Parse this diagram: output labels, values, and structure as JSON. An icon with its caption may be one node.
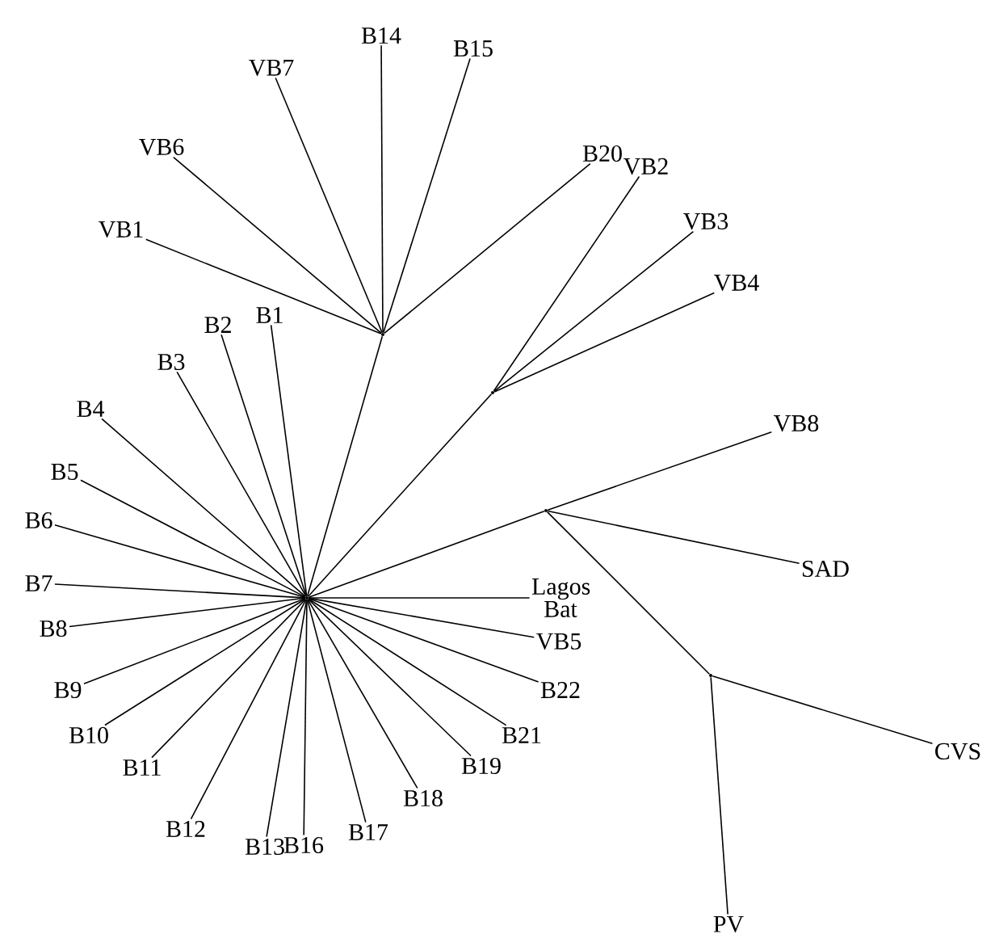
{
  "diagram": {
    "nodes": [
      {
        "text": [
          "VB7"
        ]
      },
      {
        "text": [
          "B14"
        ]
      },
      {
        "text": [
          "B15"
        ]
      },
      {
        "text": [
          "VB6"
        ]
      },
      {
        "text": [
          "B20"
        ]
      },
      {
        "text": [
          "VB1"
        ]
      },
      {
        "text": [
          "VB2"
        ]
      },
      {
        "text": [
          "VB3"
        ]
      },
      {
        "text": [
          "VB4"
        ]
      },
      {
        "text": [
          "B1"
        ]
      },
      {
        "text": [
          "B2"
        ]
      },
      {
        "text": [
          "B3"
        ]
      },
      {
        "text": [
          "B4"
        ]
      },
      {
        "text": [
          "VB8"
        ]
      },
      {
        "text": [
          "B5"
        ]
      },
      {
        "text": [
          "B6"
        ]
      },
      {
        "text": [
          "SAD"
        ]
      },
      {
        "text": [
          "B7"
        ]
      },
      {
        "text": [
          "Lagos Bat"
        ]
      },
      {
        "text": [
          "B8"
        ]
      },
      {
        "text": [
          "VB5"
        ]
      },
      {
        "text": [
          "B9"
        ]
      },
      {
        "text": [
          "B22"
        ]
      },
      {
        "text": [
          "B10"
        ]
      },
      {
        "text": [
          "CVS"
        ]
      },
      {
        "text": [
          "B11"
        ]
      },
      {
        "text": [
          "B21"
        ]
      },
      {
        "text": [
          "B19"
        ]
      },
      {
        "text": [
          "B18"
        ]
      },
      {
        "text": [
          "B12"
        ]
      },
      {
        "text": [
          "B13"
        ]
      },
      {
        "text": [
          "B16"
        ]
      },
      {
        "text": [
          "B17"
        ]
      },
      {
        "text": [
          "PV"
        ]
      },
      {
        "text": [],
        "shape": "point"
      },
      {
        "text": [],
        "shape": "point"
      },
      {
        "text": [],
        "shape": "point"
      },
      {
        "text": [],
        "shape": "point"
      },
      {
        "text": [],
        "shape": "point"
      }
    ],
    "edges": [
      {
        "from": 34,
        "to": 0,
        "arrow": "none"
      },
      {
        "from": 34,
        "to": 1,
        "arrow": "none"
      },
      {
        "from": 34,
        "to": 2,
        "arrow": "none"
      },
      {
        "from": 34,
        "to": 3,
        "arrow": "none"
      },
      {
        "from": 34,
        "to": 4,
        "arrow": "none"
      },
      {
        "from": 34,
        "to": 5,
        "arrow": "none"
      },
      {
        "from": 35,
        "to": 6,
        "arrow": "none"
      },
      {
        "from": 35,
        "to": 7,
        "arrow": "none"
      },
      {
        "from": 35,
        "to": 8,
        "arrow": "none"
      },
      {
        "from": 36,
        "to": 34,
        "arrow": "none"
      },
      {
        "from": 36,
        "to": 35,
        "arrow": "none"
      },
      {
        "from": 36,
        "to": 37,
        "arrow": "none"
      },
      {
        "from": 36,
        "to": 9,
        "arrow": "none"
      },
      {
        "from": 36,
        "to": 10,
        "arrow": "none"
      },
      {
        "from": 36,
        "to": 11,
        "arrow": "none"
      },
      {
        "from": 36,
        "to": 12,
        "arrow": "none"
      },
      {
        "from": 36,
        "to": 14,
        "arrow": "none"
      },
      {
        "from": 36,
        "to": 15,
        "arrow": "none"
      },
      {
        "from": 36,
        "to": 17,
        "arrow": "none"
      },
      {
        "from": 36,
        "to": 18,
        "arrow": "none"
      },
      {
        "from": 36,
        "to": 19,
        "arrow": "none"
      },
      {
        "from": 36,
        "to": 20,
        "arrow": "none"
      },
      {
        "from": 36,
        "to": 21,
        "arrow": "none"
      },
      {
        "from": 36,
        "to": 22,
        "arrow": "none"
      },
      {
        "from": 36,
        "to": 23,
        "arrow": "none"
      },
      {
        "from": 36,
        "to": 25,
        "arrow": "none"
      },
      {
        "from": 36,
        "to": 26,
        "arrow": "none"
      },
      {
        "from": 36,
        "to": 27,
        "arrow": "none"
      },
      {
        "from": 36,
        "to": 28,
        "arrow": "none"
      },
      {
        "from": 36,
        "to": 29,
        "arrow": "none"
      },
      {
        "from": 36,
        "to": 30,
        "arrow": "none"
      },
      {
        "from": 36,
        "to": 31,
        "arrow": "none"
      },
      {
        "from": 36,
        "to": 32,
        "arrow": "none"
      },
      {
        "from": 37,
        "to": 13,
        "arrow": "none"
      },
      {
        "from": 37,
        "to": 16,
        "arrow": "none"
      },
      {
        "from": 37,
        "to": 38,
        "arrow": "none"
      },
      {
        "from": 38,
        "to": 24,
        "arrow": "none"
      },
      {
        "from": 38,
        "to": 33,
        "arrow": "none"
      }
    ]
  }
}
